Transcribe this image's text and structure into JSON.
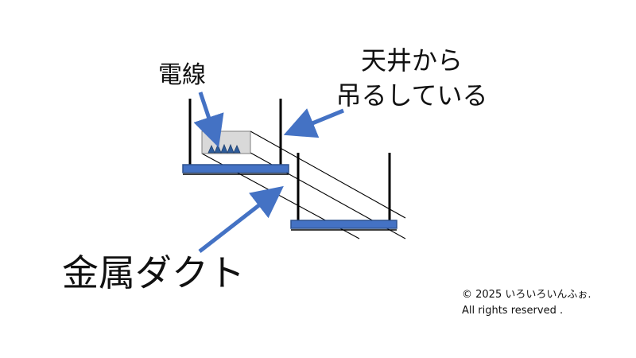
{
  "labels": {
    "wire": "電線",
    "hanging_line1": "天井から",
    "hanging_line2": "吊るしている",
    "duct": "金属ダクト"
  },
  "copyright": {
    "line1": "© 2025 いろいろいんふぉ.",
    "line2": "All rights reserved ."
  },
  "colors": {
    "arrow": "#4472C4",
    "tray_fill": "#4472C4",
    "tray_stroke": "#2F528F",
    "rod": "#000000",
    "duct_end_fill": "#D9D9D9",
    "wire_fill": "#2E5C9A"
  }
}
